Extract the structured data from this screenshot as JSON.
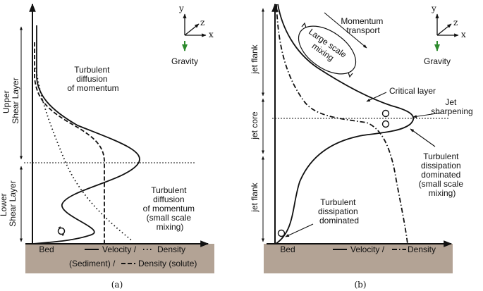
{
  "panel_a": {
    "axes": {
      "y": "y",
      "z": "z",
      "x": "x"
    },
    "gravity": "Gravity",
    "zones": {
      "upper": [
        "Upper",
        "Shear Layer"
      ],
      "lower": [
        "Lower",
        "Shear Layer"
      ]
    },
    "annot_upper": [
      "Turbulent",
      "diffusion",
      "of momentum"
    ],
    "annot_lower": [
      "Turbulent",
      "diffusion",
      "of momentum",
      "(small scale",
      "mixing)"
    ],
    "bed": "Bed",
    "legend_row1": {
      "velocity": "Velocity /",
      "density": "Density"
    },
    "legend_row2": {
      "sediment": "(Sediment) /",
      "density_solute": "Density (solute)"
    },
    "caption": "(a)"
  },
  "panel_b": {
    "axes": {
      "y": "y",
      "z": "z",
      "x": "x"
    },
    "gravity": "Gravity",
    "zones": {
      "flank_top": "jet flank",
      "core": "jet core",
      "flank_bottom": "jet flank"
    },
    "momentum": [
      "Momentum",
      "transport"
    ],
    "large_scale": [
      "Large scale",
      "mixing"
    ],
    "critical": "Critical layer",
    "jet_sharp": [
      "Jet",
      "sharpening"
    ],
    "turb_diss_right": [
      "Turbulent",
      "dissipation",
      "dominated",
      "(small scale",
      "mixing)"
    ],
    "turb_diss_left": [
      "Turbulent",
      "dissipation",
      "dominated"
    ],
    "bed": "Bed",
    "legend": {
      "velocity": "Velocity /",
      "density": "Density"
    },
    "caption": "(b)"
  },
  "colors": {
    "bed": "#b3a395",
    "ink": "#111111",
    "gravity_arrow": "#2e8b2e"
  }
}
